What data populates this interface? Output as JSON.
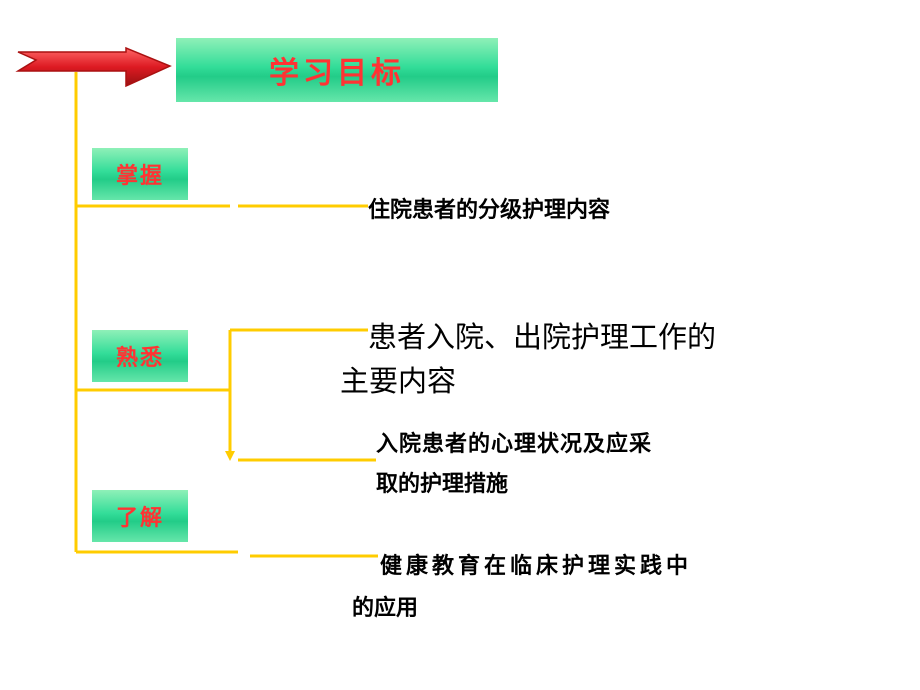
{
  "title": "学习目标",
  "categories": [
    {
      "label": "掌握"
    },
    {
      "label": "熟悉"
    },
    {
      "label": "了解"
    }
  ],
  "items": [
    {
      "lines": [
        "住院患者的分级护理内容"
      ]
    },
    {
      "lines": [
        "患者入院、出院护理工作的",
        "主要内容"
      ]
    },
    {
      "lines": [
        "入院患者的心理状况及应采",
        "取的护理措施"
      ]
    },
    {
      "lines": [
        "健康教育在临床护理实践中",
        "的应用"
      ]
    }
  ],
  "colors": {
    "arrow": "#dd1a22",
    "line": "#ffcc00",
    "box": "#33dd99",
    "label_text": "#ff3333"
  }
}
